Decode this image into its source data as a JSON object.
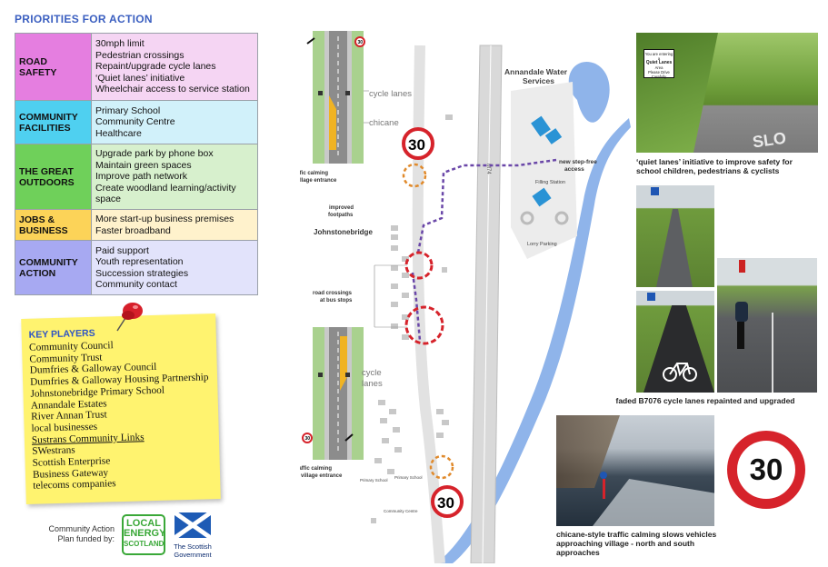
{
  "title": "PRIORITIES FOR ACTION",
  "priorities": [
    {
      "category": "ROAD SAFETY",
      "items": [
        "30mph limit",
        "Pedestrian crossings",
        "Repaint/upgrade cycle lanes",
        "‘Quiet lanes’ initiative",
        "Wheelchair access to service station"
      ]
    },
    {
      "category": "COMMUNITY FACILITIES",
      "items": [
        "Primary School",
        "Community Centre",
        "Healthcare"
      ]
    },
    {
      "category": "THE GREAT OUTDOORS",
      "items": [
        "Upgrade park by phone box",
        "Maintain  green spaces",
        "Improve path network",
        "Create woodland learning/activity space"
      ]
    },
    {
      "category": "JOBS & BUSINESS",
      "items": [
        "More start-up business premises",
        "Faster broadband"
      ]
    },
    {
      "category": "COMMUNITY ACTION",
      "items": [
        "Paid support",
        "Youth representation",
        "Succession strategies",
        "Community contact"
      ]
    }
  ],
  "key_players": {
    "heading": "KEY PLAYERS",
    "items": [
      "Community Council",
      "Community Trust",
      "Dumfries & Galloway Council",
      "Dumfries & Galloway Housing Partnership",
      "Johnstonebridge Primary School",
      "Annandale Estates",
      "River Annan Trust",
      "local businesses",
      "Sustrans Community Links",
      "SWestrans",
      "Scottish Enterprise",
      "Business Gateway",
      "telecoms companies"
    ]
  },
  "funding": {
    "label": "Community Action Plan funded by:",
    "local_energy": [
      "LOCAL",
      "ENERGY",
      "SCOTLAND"
    ],
    "scot_gov": [
      "The Scottish",
      "Government"
    ]
  },
  "map": {
    "labels": {
      "cycle_lanes_top": "cycle lanes",
      "chicane": "chicane",
      "cycle_lanes_bottom": "cycle lanes",
      "annandale": "Annandale Water Services",
      "new_access": "new step-free access",
      "filling": "Filling Station",
      "lorry": "Lorry Parking",
      "m74": "M74",
      "traffic_calming_north": "traffic calming at village entrance",
      "improved_footpaths": "improved footpaths",
      "johnstonebridge": "Johnstonebridge",
      "road_crossings": "road crossings at bus stops",
      "traffic_calming_south": "traffic calming at village entrance",
      "primary_school_1": "Primary School",
      "primary_school_2": "Primary School",
      "community_centre": "Community Centre",
      "speed": "30",
      "small_sign": "30"
    }
  },
  "photos": {
    "quiet_sign": [
      "You are entering a",
      "Quiet Lanes",
      "Area",
      "Please Drive Carefully"
    ],
    "quiet_caption": "‘quiet lanes’ initiative to improve safety for school children, pedestrians & cyclists",
    "cycle_caption": "faded B7076 cycle lanes repainted and upgraded",
    "chicane_caption": "chicane-style traffic calming slows vehicles approaching village - north and south approaches",
    "road_text": "SLO"
  },
  "speed_sign": "30",
  "colors": {
    "title": "#3b5fc0",
    "road_safety": "#e57ee0",
    "community_facilities": "#4fd0f0",
    "great_outdoors": "#6fd05a",
    "jobs": "#fcd358",
    "community_action": "#a7a9f2",
    "river": "#8fb4ea",
    "route": "#6a47a8",
    "crossing": "#d6232b",
    "calming": "#e08a2c"
  }
}
